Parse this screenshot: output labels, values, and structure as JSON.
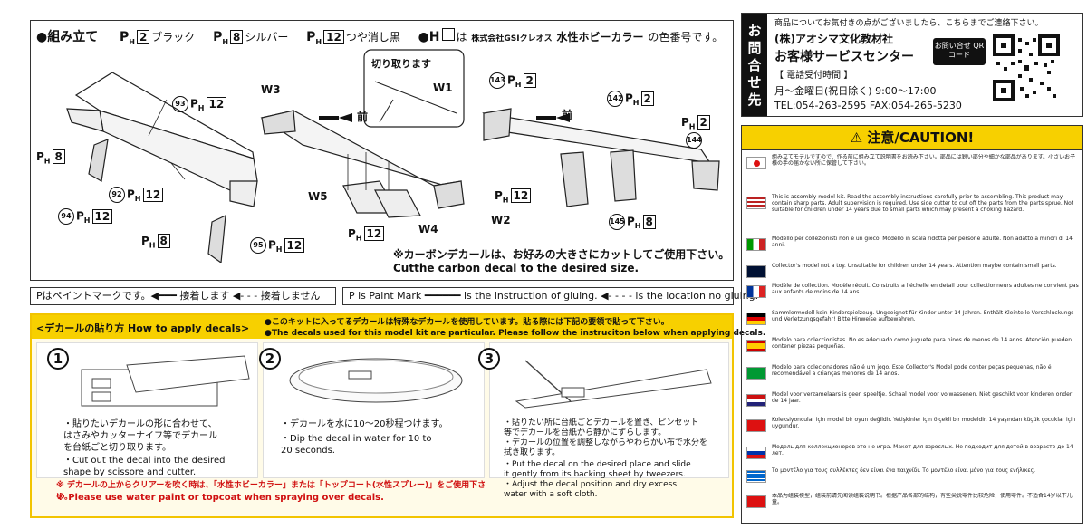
{
  "assembly": {
    "title": "●組み立て",
    "ph_prefix": "P",
    "ph_sub": "H",
    "color_2_num": "2",
    "color_2_name": "ブラック",
    "color_8_num": "8",
    "color_8_name": "シルバー",
    "color_12_num": "12",
    "color_12_name": "つや消し黒",
    "note_prefix": "●H",
    "note_mid": "は",
    "note_maker": "株式会社GSIクレオス",
    "note_brand": "水性ホビーカラー",
    "note_suffix": "の色番号です。"
  },
  "parts": {
    "p93": "93",
    "p92": "92",
    "p94": "94",
    "p95": "95",
    "p143": "143",
    "p142": "142",
    "p144": "144",
    "p145": "145",
    "w1": "W1",
    "w2": "W2",
    "w3": "W3",
    "w4": "W4",
    "w5": "W5",
    "cut_label": "切り取ります",
    "front": "前",
    "c12": "12",
    "c8": "8",
    "c2": "2"
  },
  "carbon_note_jp": "※カーボンデカールは、お好みの大きさにカットしてご使用下さい。",
  "carbon_note_en": "Cutthe carbon decal to the desired size.",
  "legend_jp": "Pはペイントマークです。◀━━━ 接着します ◀- - - 接着しません",
  "legend_en": "P is Paint Mark ━━━━━━ is the instruction of gluing. ◀- - - - is the location no gluing.",
  "decal": {
    "title": "<デカールの貼り方 How to apply decals>",
    "note_jp": "●このキットに入ってるデカールは特殊なデカールを使用しています。貼る際には下記の要領で貼って下さい。",
    "note_en": "●The decals used for this model kit are particular. Please follow the instruciton below when applying decals.",
    "step1_num": "1",
    "step1_jp": "・貼りたいデカールの形に合わせて、\nはさみやカッターナイフ等でデカール\nを台紙ごと切り取ります。",
    "step1_en": "・Cut out the decal into the desired\nshape by scissore and cutter.",
    "step2_num": "2",
    "step2_jp": "・デカールを水に10〜20秒程つけます。",
    "step2_en": "・Dip the decal in water for 10 to\n20 seconds.",
    "step3_num": "3",
    "step3_jp": "・貼りたい所に台紙ごとデカールを置き、ピンセット\n等でデカールを台紙から静かにずらします。\n・デカールの位置を調整しながらやわらかい布で水分を\n拭き取ります。",
    "step3_en": "・Put the decal on the desired place and slide\nit gently from its backing sheet by tweezers.\n・Adjust the decal position and dry excess\nwater with a soft cloth.",
    "warn_jp": "※ デカールの上からクリアーを吹く時は、「水性ホビーカラー」または「トップコート(水性スプレー)」をご使用下さい。",
    "warn_en": "※ Please use water paint or topcoat when spraying over decals."
  },
  "contact": {
    "side": "お問合せ先",
    "intro": "商品についてお気付きの点がございましたら、こちらまでご連絡下さい。",
    "company": "(株)アオシマ文化教材社",
    "center": "お客様サービスセンター",
    "hours_label": "【 電話受付時間 】",
    "hours": "月〜金曜日(祝日除く) 9:00〜17:00",
    "phones": "TEL:054-263-2595  FAX:054-265-5230",
    "qr_label": "お問い合せ QRコード"
  },
  "caution": {
    "title": "⚠ 注意/CAUTION!",
    "rows": [
      {
        "flag": "jp",
        "text": "組み立てモデルですので、作る前に組み立て説明書をお読み下さい。部品には鋭い部分や細かな部品があります。小さいお子様の手の届かない所に保管して下さい。"
      },
      {
        "flag": "us",
        "text": "This is assembly model kit. Read the assembly instructions carefully prior to assembling. This product may contain sharp parts. Adult supervision is required. Use side cutter to cut off the parts from the parts sprue. Not suitable for children under 14 years due to small parts which may present a choking hazard."
      },
      {
        "flag": "it",
        "text": "Modello per collezionisti non è un gioco. Modello in scala ridotta per persone adulte. Non adatto a minori di 14 anni."
      },
      {
        "flag": "gb",
        "text": "Collector's model not a toy. Unsuitable for children under 14 years. Attention maybe contain small parts."
      },
      {
        "flag": "fr",
        "text": "Modèle de collection. Modèle réduit. Construits a l'échelle en detail pour collectionneurs adultes ne convient pas aux enfants de moins de 14 ans."
      },
      {
        "flag": "de",
        "text": "Sammlermodell kein Kinderspielzeug. Ungeeignet für Kinder unter 14 Jahren. Enthält Kleinteile Verschluckungs und Verletzungsgefahr! Bitte Hinweise aufbewahren."
      },
      {
        "flag": "es",
        "text": "Modelo para coleccionistas. No es adecuado como juguete para ninos de menos de 14 anos. Atención pueden contener piezas pequeñas."
      },
      {
        "flag": "br",
        "text": "Modelo para colecionadores não é um jogo. Este Collector's Model pode conter peças pequenas, não é recomendável a crianças menores de 14 anos."
      },
      {
        "flag": "nl",
        "text": "Model voor verzamelaars is geen speeltje. Schaal model voor volwassenen. Niet geschikt voor kinderen onder de 14 jaar."
      },
      {
        "flag": "tr",
        "text": "Koleksiyoncular için model bir oyun değildir. Yetişkinler için ölçekli bir modeldir. 14 yaşından küçük çocuklar için uygundur."
      },
      {
        "flag": "ru",
        "text": "Модель для коллекционеров это не игра. Макет для взрослых. Не подходит для детей в возрасте до 14 лет."
      },
      {
        "flag": "gr",
        "text": "Το μοντέλο για τους συλλέκτες δεν είναι ένα παιχνίδι. Το μοντέλο είναι μόνο για τους ενήλικες."
      },
      {
        "flag": "cn",
        "text": "本品为组装模型，组装前请先阅读组装说明书。根据产品各部的结构，有些尖锐零件比较危险，使用零件。不适合14岁以下儿童。"
      }
    ]
  }
}
